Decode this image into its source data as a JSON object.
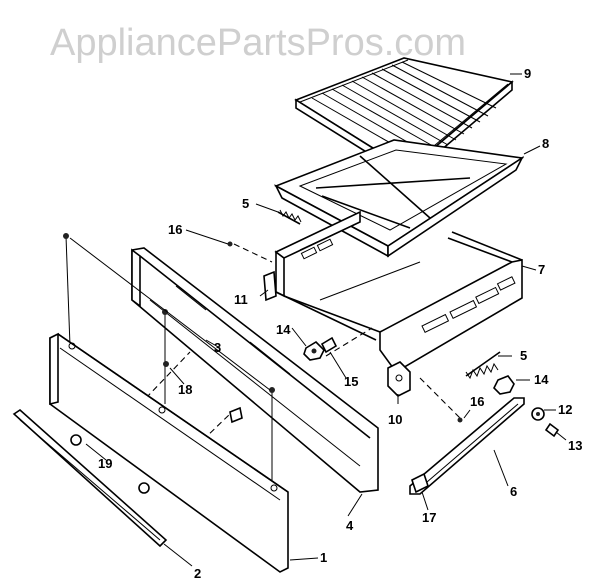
{
  "watermark": "AppliancePartsPros.com",
  "callouts": {
    "p1": "1",
    "p2": "2",
    "p3": "3",
    "p4": "4",
    "p5a": "5",
    "p5b": "5",
    "p6": "6",
    "p7": "7",
    "p8": "8",
    "p9": "9",
    "p10": "10",
    "p11": "11",
    "p12": "12",
    "p13": "13",
    "p14a": "14",
    "p14b": "14",
    "p15": "15",
    "p16a": "16",
    "p16b": "16",
    "p17": "17",
    "p18": "18",
    "p19": "19"
  }
}
